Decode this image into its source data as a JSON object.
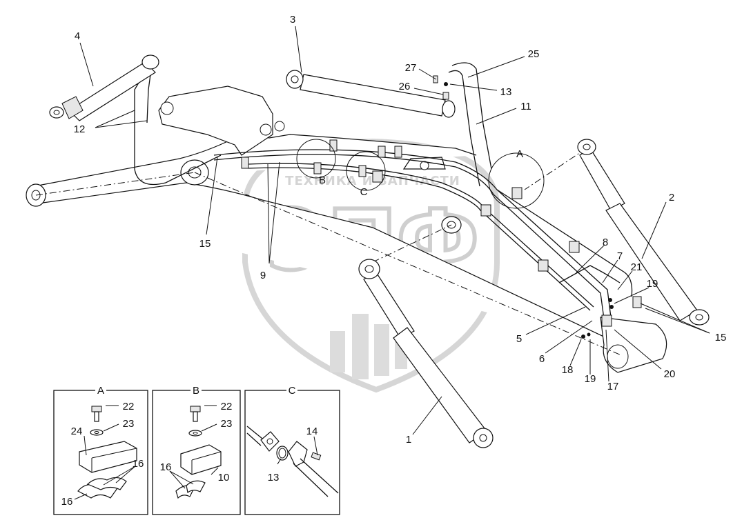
{
  "watermark": {
    "main_text": "ЭПФ",
    "sub_text": "ТЕХНИКА И ЗАПЧАСТИ"
  },
  "callouts": [
    "1",
    "2",
    "3",
    "4",
    "5",
    "6",
    "7",
    "8",
    "9",
    "10",
    "11",
    "12",
    "13",
    "14",
    "15",
    "16",
    "17",
    "18",
    "19",
    "20",
    "21",
    "22",
    "23",
    "24",
    "25",
    "26",
    "27"
  ],
  "views": {
    "A": "A",
    "B": "B",
    "C": "C"
  },
  "colors": {
    "line": "#111111",
    "watermark": "#cfcfcf",
    "background": "#ffffff"
  }
}
